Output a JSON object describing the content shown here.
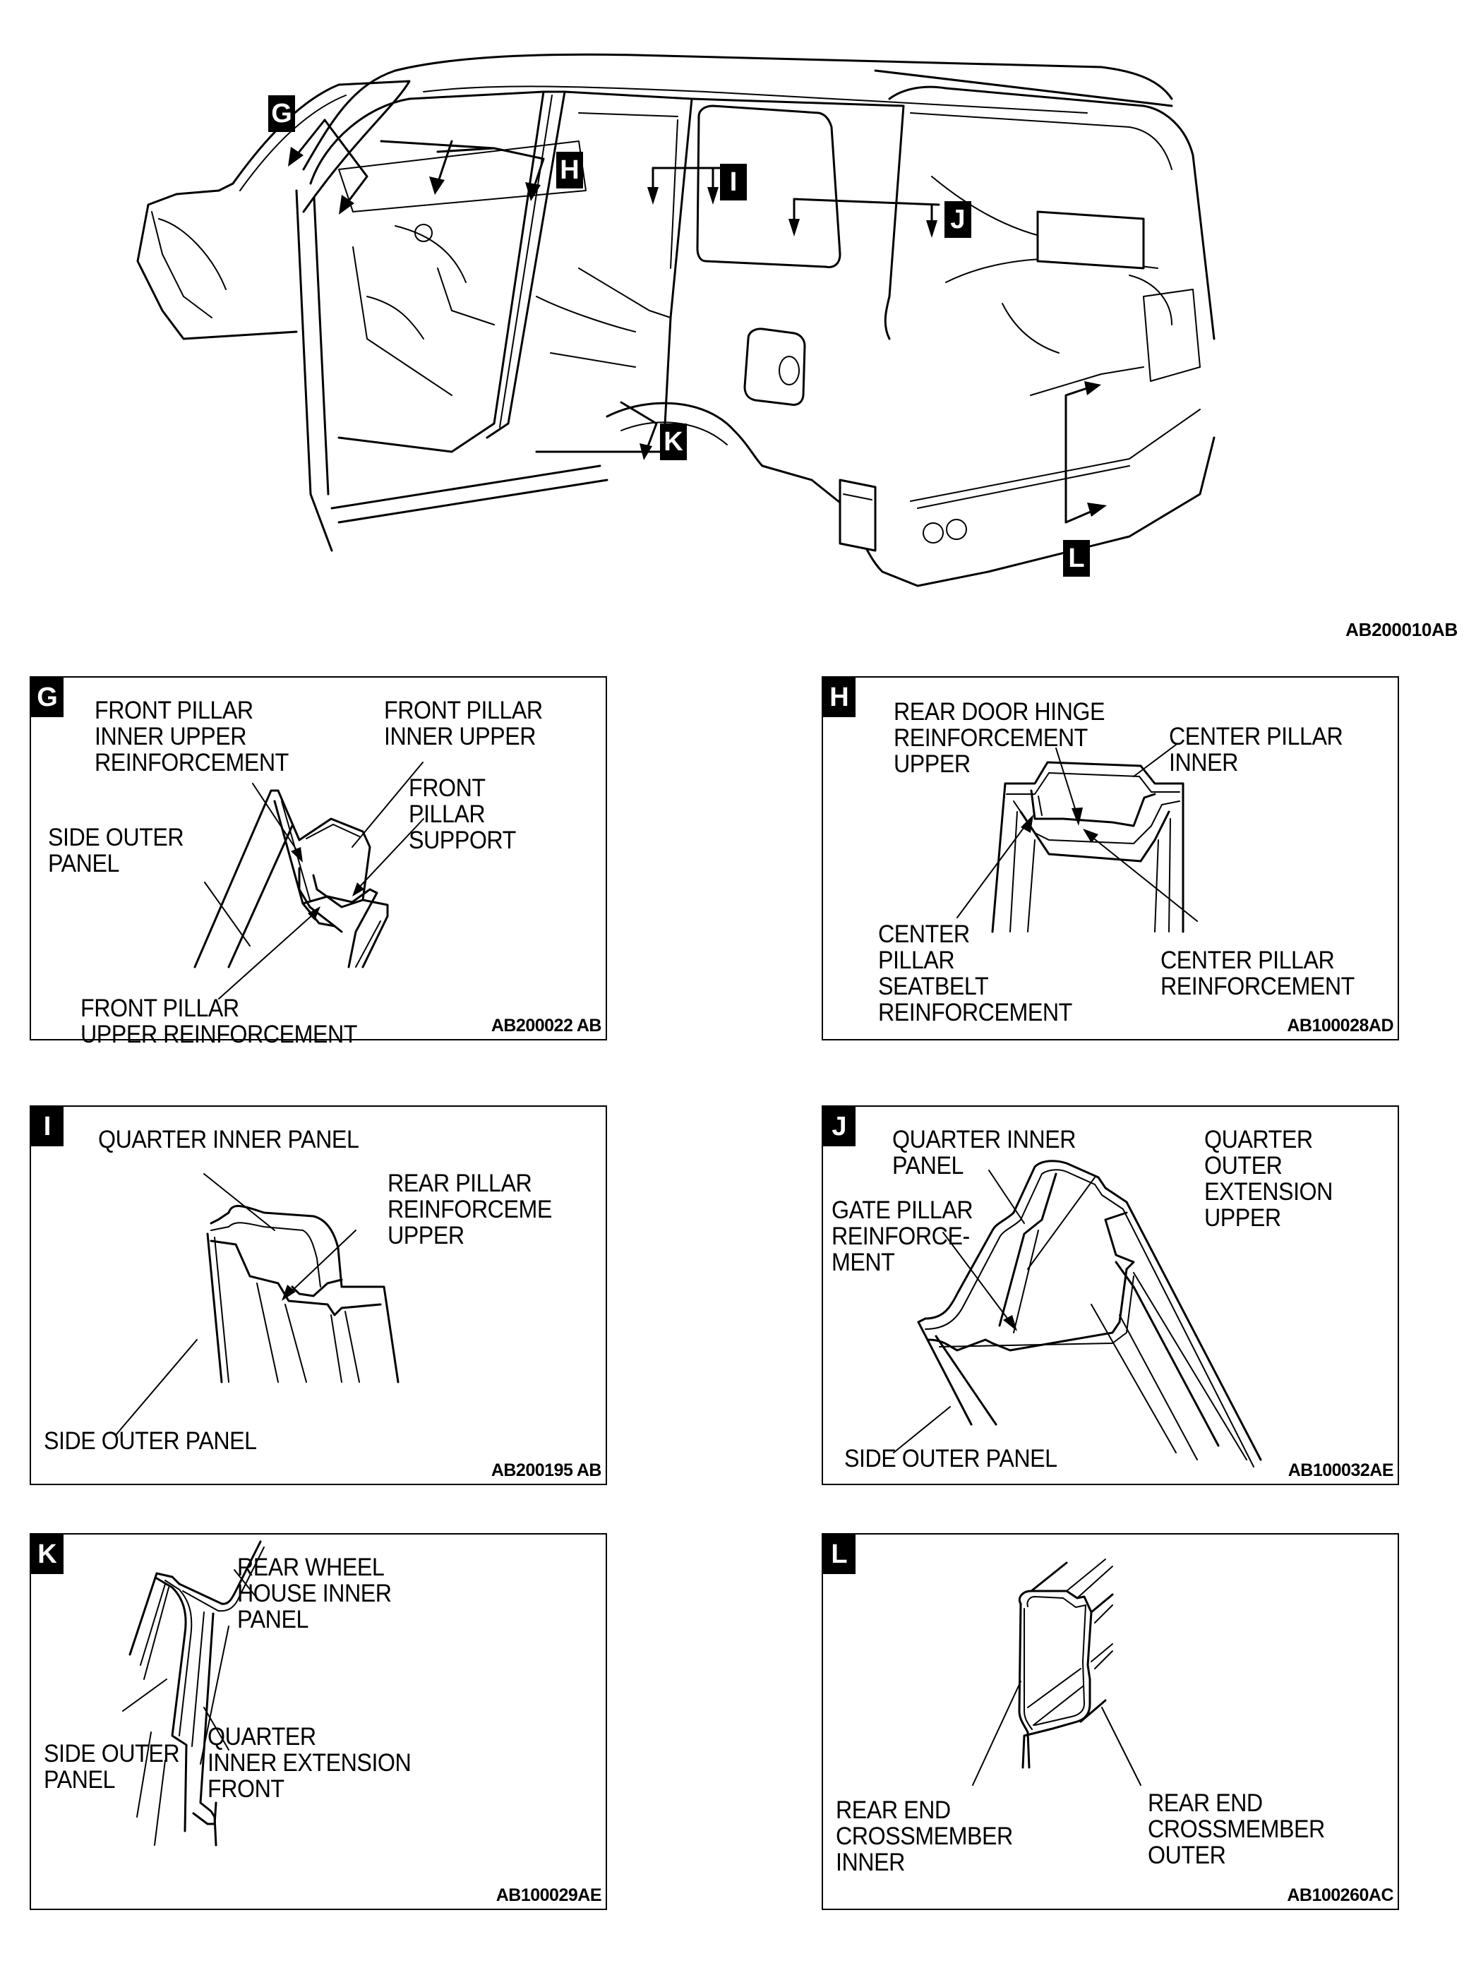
{
  "main_figure": {
    "figure_code": "AB200010AB",
    "callouts": [
      "G",
      "H",
      "I",
      "J",
      "K",
      "L"
    ]
  },
  "panels": {
    "G": {
      "tag": "G",
      "labels": [
        "FRONT PILLAR\nINNER UPPER\nREINFORCEMENT",
        "FRONT PILLAR\nINNER UPPER",
        "FRONT\nPILLAR\nSUPPORT",
        "SIDE OUTER\nPANEL",
        "FRONT PILLAR\nUPPER REINFORCEMENT"
      ],
      "figure_code": "AB200022 AB"
    },
    "H": {
      "tag": "H",
      "labels": [
        "REAR DOOR HINGE\nREINFORCEMENT\nUPPER",
        "CENTER PILLAR\nINNER",
        "CENTER\nPILLAR\nSEATBELT\nREINFORCEMENT",
        "CENTER PILLAR\nREINFORCEMENT"
      ],
      "figure_code": "AB100028AD"
    },
    "I": {
      "tag": "I",
      "labels": [
        "QUARTER INNER PANEL",
        "REAR PILLAR\nREINFORCEME\nUPPER",
        "SIDE OUTER PANEL"
      ],
      "figure_code": "AB200195 AB"
    },
    "J": {
      "tag": "J",
      "labels": [
        "QUARTER INNER\nPANEL",
        "QUARTER\nOUTER\nEXTENSION\nUPPER",
        "GATE PILLAR\nREINFORCE-\nMENT",
        "SIDE OUTER PANEL"
      ],
      "figure_code": "AB100032AE"
    },
    "K": {
      "tag": "K",
      "labels": [
        "REAR WHEEL\nHOUSE INNER\nPANEL",
        "SIDE OUTER\nPANEL",
        "QUARTER\nINNER EXTENSION\nFRONT"
      ],
      "figure_code": "AB100029AE"
    },
    "L": {
      "tag": "L",
      "labels": [
        "REAR END\nCROSSMEMBER\nINNER",
        "REAR END\nCROSSMEMBER\nOUTER"
      ],
      "figure_code": "AB100260AC"
    }
  }
}
